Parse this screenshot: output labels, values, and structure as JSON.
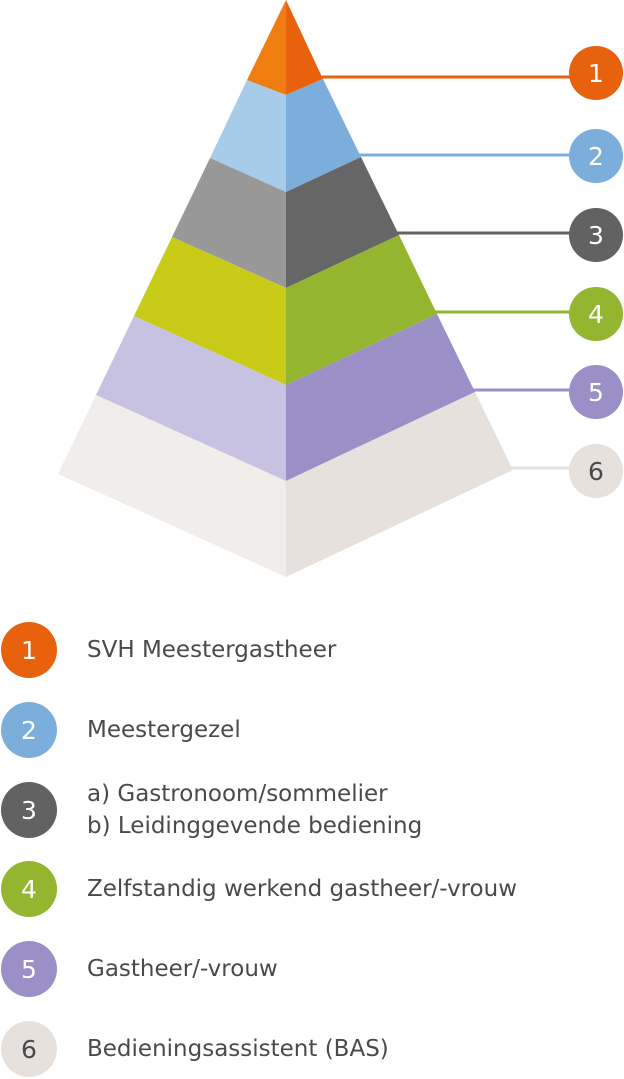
{
  "levels": [
    {
      "number": "1",
      "label_lines": [
        "SVH Meestergastheer"
      ],
      "badge_color": "#E8620E",
      "text_color": "#ffffff",
      "face_left": "#F07D10",
      "face_right": "#E8620E"
    },
    {
      "number": "2",
      "label_lines": [
        "Meestergezel"
      ],
      "badge_color": "#7CAEDC",
      "text_color": "#ffffff",
      "face_left": "#A6CCEA",
      "face_right": "#7CAEDC"
    },
    {
      "number": "3",
      "label_lines": [
        "a) Gastronoom/sommelier",
        "b) Leidinggevende bediening"
      ],
      "badge_color": "#626262",
      "text_color": "#ffffff",
      "face_left": "#989898",
      "face_right": "#666666"
    },
    {
      "number": "4",
      "label_lines": [
        "Zelfstandig werkend gastheer/-vrouw"
      ],
      "badge_color": "#93B52F",
      "text_color": "#ffffff",
      "face_left": "#C8CC18",
      "face_right": "#93B52F"
    },
    {
      "number": "5",
      "label_lines": [
        "Gastheer/-vrouw"
      ],
      "badge_color": "#9A8FC6",
      "text_color": "#ffffff",
      "face_left": "#C7C1E2",
      "face_right": "#9A8FC6"
    },
    {
      "number": "6",
      "label_lines": [
        "Bedieningsassistent (BAS)"
      ],
      "badge_color": "#E6E1DD",
      "text_color": "#4a4a4a",
      "face_left": "#F0EDEA",
      "face_right": "#E6E1DD"
    }
  ]
}
